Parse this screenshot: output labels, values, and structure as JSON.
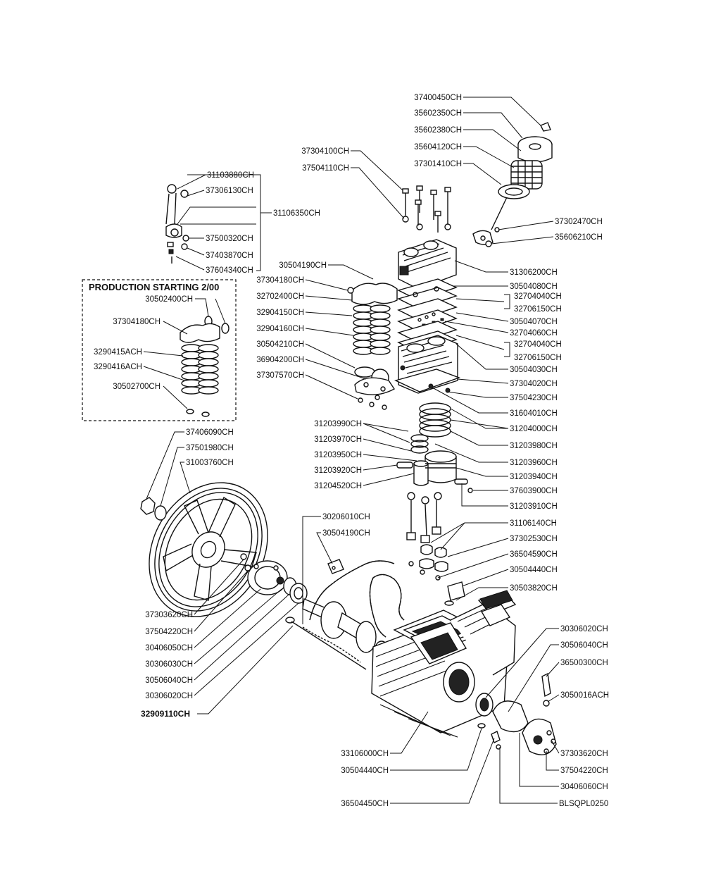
{
  "production_box": {
    "title": "PRODUCTION STARTING 2/00",
    "labels": [
      {
        "id": "pb1",
        "text": "30502400CH"
      },
      {
        "id": "pb2",
        "text": "37304180CH"
      },
      {
        "id": "pb3",
        "text": "3290415ACH"
      },
      {
        "id": "pb4",
        "text": "3290416ACH"
      },
      {
        "id": "pb5",
        "text": "30502700CH"
      }
    ]
  },
  "groups": {
    "conrod_assembly": "31106350CH",
    "valve_plates_1": [
      "32704040CH",
      "32706150CH"
    ],
    "valve_plates_2": [
      "32704040CH",
      "32706150CH"
    ]
  },
  "labels": [
    {
      "id": "l01",
      "text": "37400450CH"
    },
    {
      "id": "l02",
      "text": "35602350CH"
    },
    {
      "id": "l03",
      "text": "35602380CH"
    },
    {
      "id": "l04",
      "text": "35604120CH"
    },
    {
      "id": "l05",
      "text": "37301410CH"
    },
    {
      "id": "l06",
      "text": "37304100CH"
    },
    {
      "id": "l07",
      "text": "37504110CH"
    },
    {
      "id": "l08",
      "text": "31103880CH"
    },
    {
      "id": "l09",
      "text": "37306130CH"
    },
    {
      "id": "l10",
      "text": "37500320CH"
    },
    {
      "id": "l11",
      "text": "37403870CH"
    },
    {
      "id": "l12",
      "text": "37604340CH"
    },
    {
      "id": "l13",
      "text": "37302470CH"
    },
    {
      "id": "l14",
      "text": "35606210CH"
    },
    {
      "id": "l15",
      "text": "30504190CH"
    },
    {
      "id": "l16",
      "text": "31306200CH"
    },
    {
      "id": "l17",
      "text": "37304180CH"
    },
    {
      "id": "l18",
      "text": "30504080CH"
    },
    {
      "id": "l19",
      "text": "32702400CH"
    },
    {
      "id": "l20",
      "text": "32904150CH"
    },
    {
      "id": "l21",
      "text": "30504070CH"
    },
    {
      "id": "l22",
      "text": "32704060CH"
    },
    {
      "id": "l23",
      "text": "32904160CH"
    },
    {
      "id": "l24",
      "text": "30504210CH"
    },
    {
      "id": "l25",
      "text": "30504030CH"
    },
    {
      "id": "l26",
      "text": "36904200CH"
    },
    {
      "id": "l27",
      "text": "37307570CH"
    },
    {
      "id": "l28",
      "text": "37304020CH"
    },
    {
      "id": "l29",
      "text": "37504230CH"
    },
    {
      "id": "l30",
      "text": "31604010CH"
    },
    {
      "id": "l31",
      "text": "31203990CH"
    },
    {
      "id": "l32",
      "text": "31204000CH"
    },
    {
      "id": "l33",
      "text": "31203970CH"
    },
    {
      "id": "l34",
      "text": "31203980CH"
    },
    {
      "id": "l35",
      "text": "31203950CH"
    },
    {
      "id": "l36",
      "text": "31203960CH"
    },
    {
      "id": "l37",
      "text": "31203920CH"
    },
    {
      "id": "l38",
      "text": "31203940CH"
    },
    {
      "id": "l39",
      "text": "31204520CH"
    },
    {
      "id": "l40",
      "text": "37603900CH"
    },
    {
      "id": "l41",
      "text": "31203910CH"
    },
    {
      "id": "l42",
      "text": "37406090CH"
    },
    {
      "id": "l43",
      "text": "37501980CH"
    },
    {
      "id": "l44",
      "text": "31003760CH"
    },
    {
      "id": "l45",
      "text": "30206010CH"
    },
    {
      "id": "l46",
      "text": "30504190CH"
    },
    {
      "id": "l47",
      "text": "31106140CH"
    },
    {
      "id": "l48",
      "text": "37302530CH"
    },
    {
      "id": "l49",
      "text": "36504590CH"
    },
    {
      "id": "l50",
      "text": "30504440CH"
    },
    {
      "id": "l51",
      "text": "30503820CH"
    },
    {
      "id": "l52",
      "text": "37303620CH"
    },
    {
      "id": "l53",
      "text": "37504220CH"
    },
    {
      "id": "l54",
      "text": "30406050CH"
    },
    {
      "id": "l55",
      "text": "30306030CH"
    },
    {
      "id": "l56",
      "text": "30506040CH"
    },
    {
      "id": "l57",
      "text": "30306020CH"
    },
    {
      "id": "l58",
      "text": "32909110CH"
    },
    {
      "id": "l59",
      "text": "30306020CH"
    },
    {
      "id": "l60",
      "text": "30506040CH"
    },
    {
      "id": "l61",
      "text": "36500300CH"
    },
    {
      "id": "l62",
      "text": "3050016ACH"
    },
    {
      "id": "l63",
      "text": "37303620CH"
    },
    {
      "id": "l64",
      "text": "37504220CH"
    },
    {
      "id": "l65",
      "text": "30406060CH"
    },
    {
      "id": "l66",
      "text": "33106000CH"
    },
    {
      "id": "l67",
      "text": "30504440CH"
    },
    {
      "id": "l68",
      "text": "36504450CH"
    },
    {
      "id": "l69",
      "text": "BLSQPL0250"
    }
  ]
}
